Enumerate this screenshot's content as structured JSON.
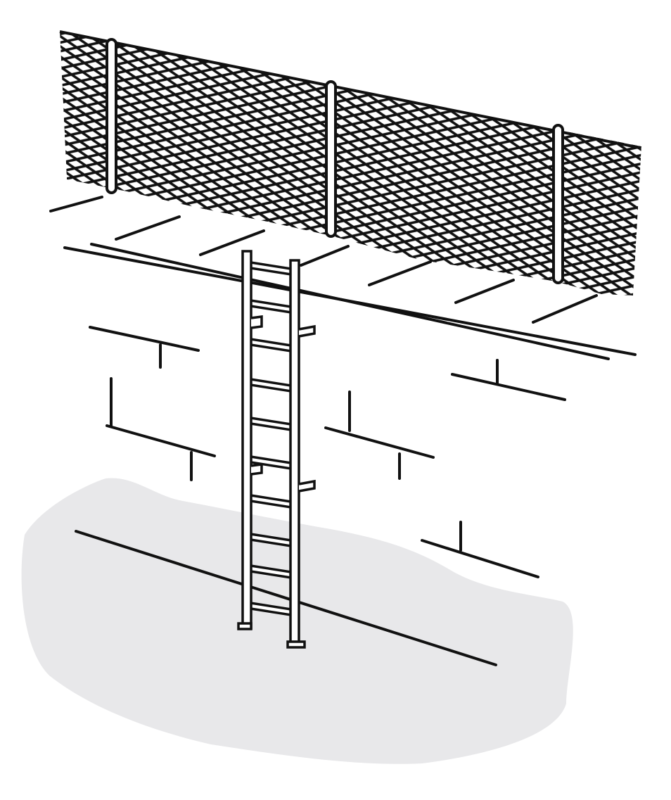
{
  "illustration": {
    "subject": [
      "ladder",
      "mesh-fence",
      "brick-wall",
      "ground"
    ],
    "colors": {
      "line": "#111111",
      "background": "#ffffff",
      "ground": "#e8e8ea"
    }
  }
}
